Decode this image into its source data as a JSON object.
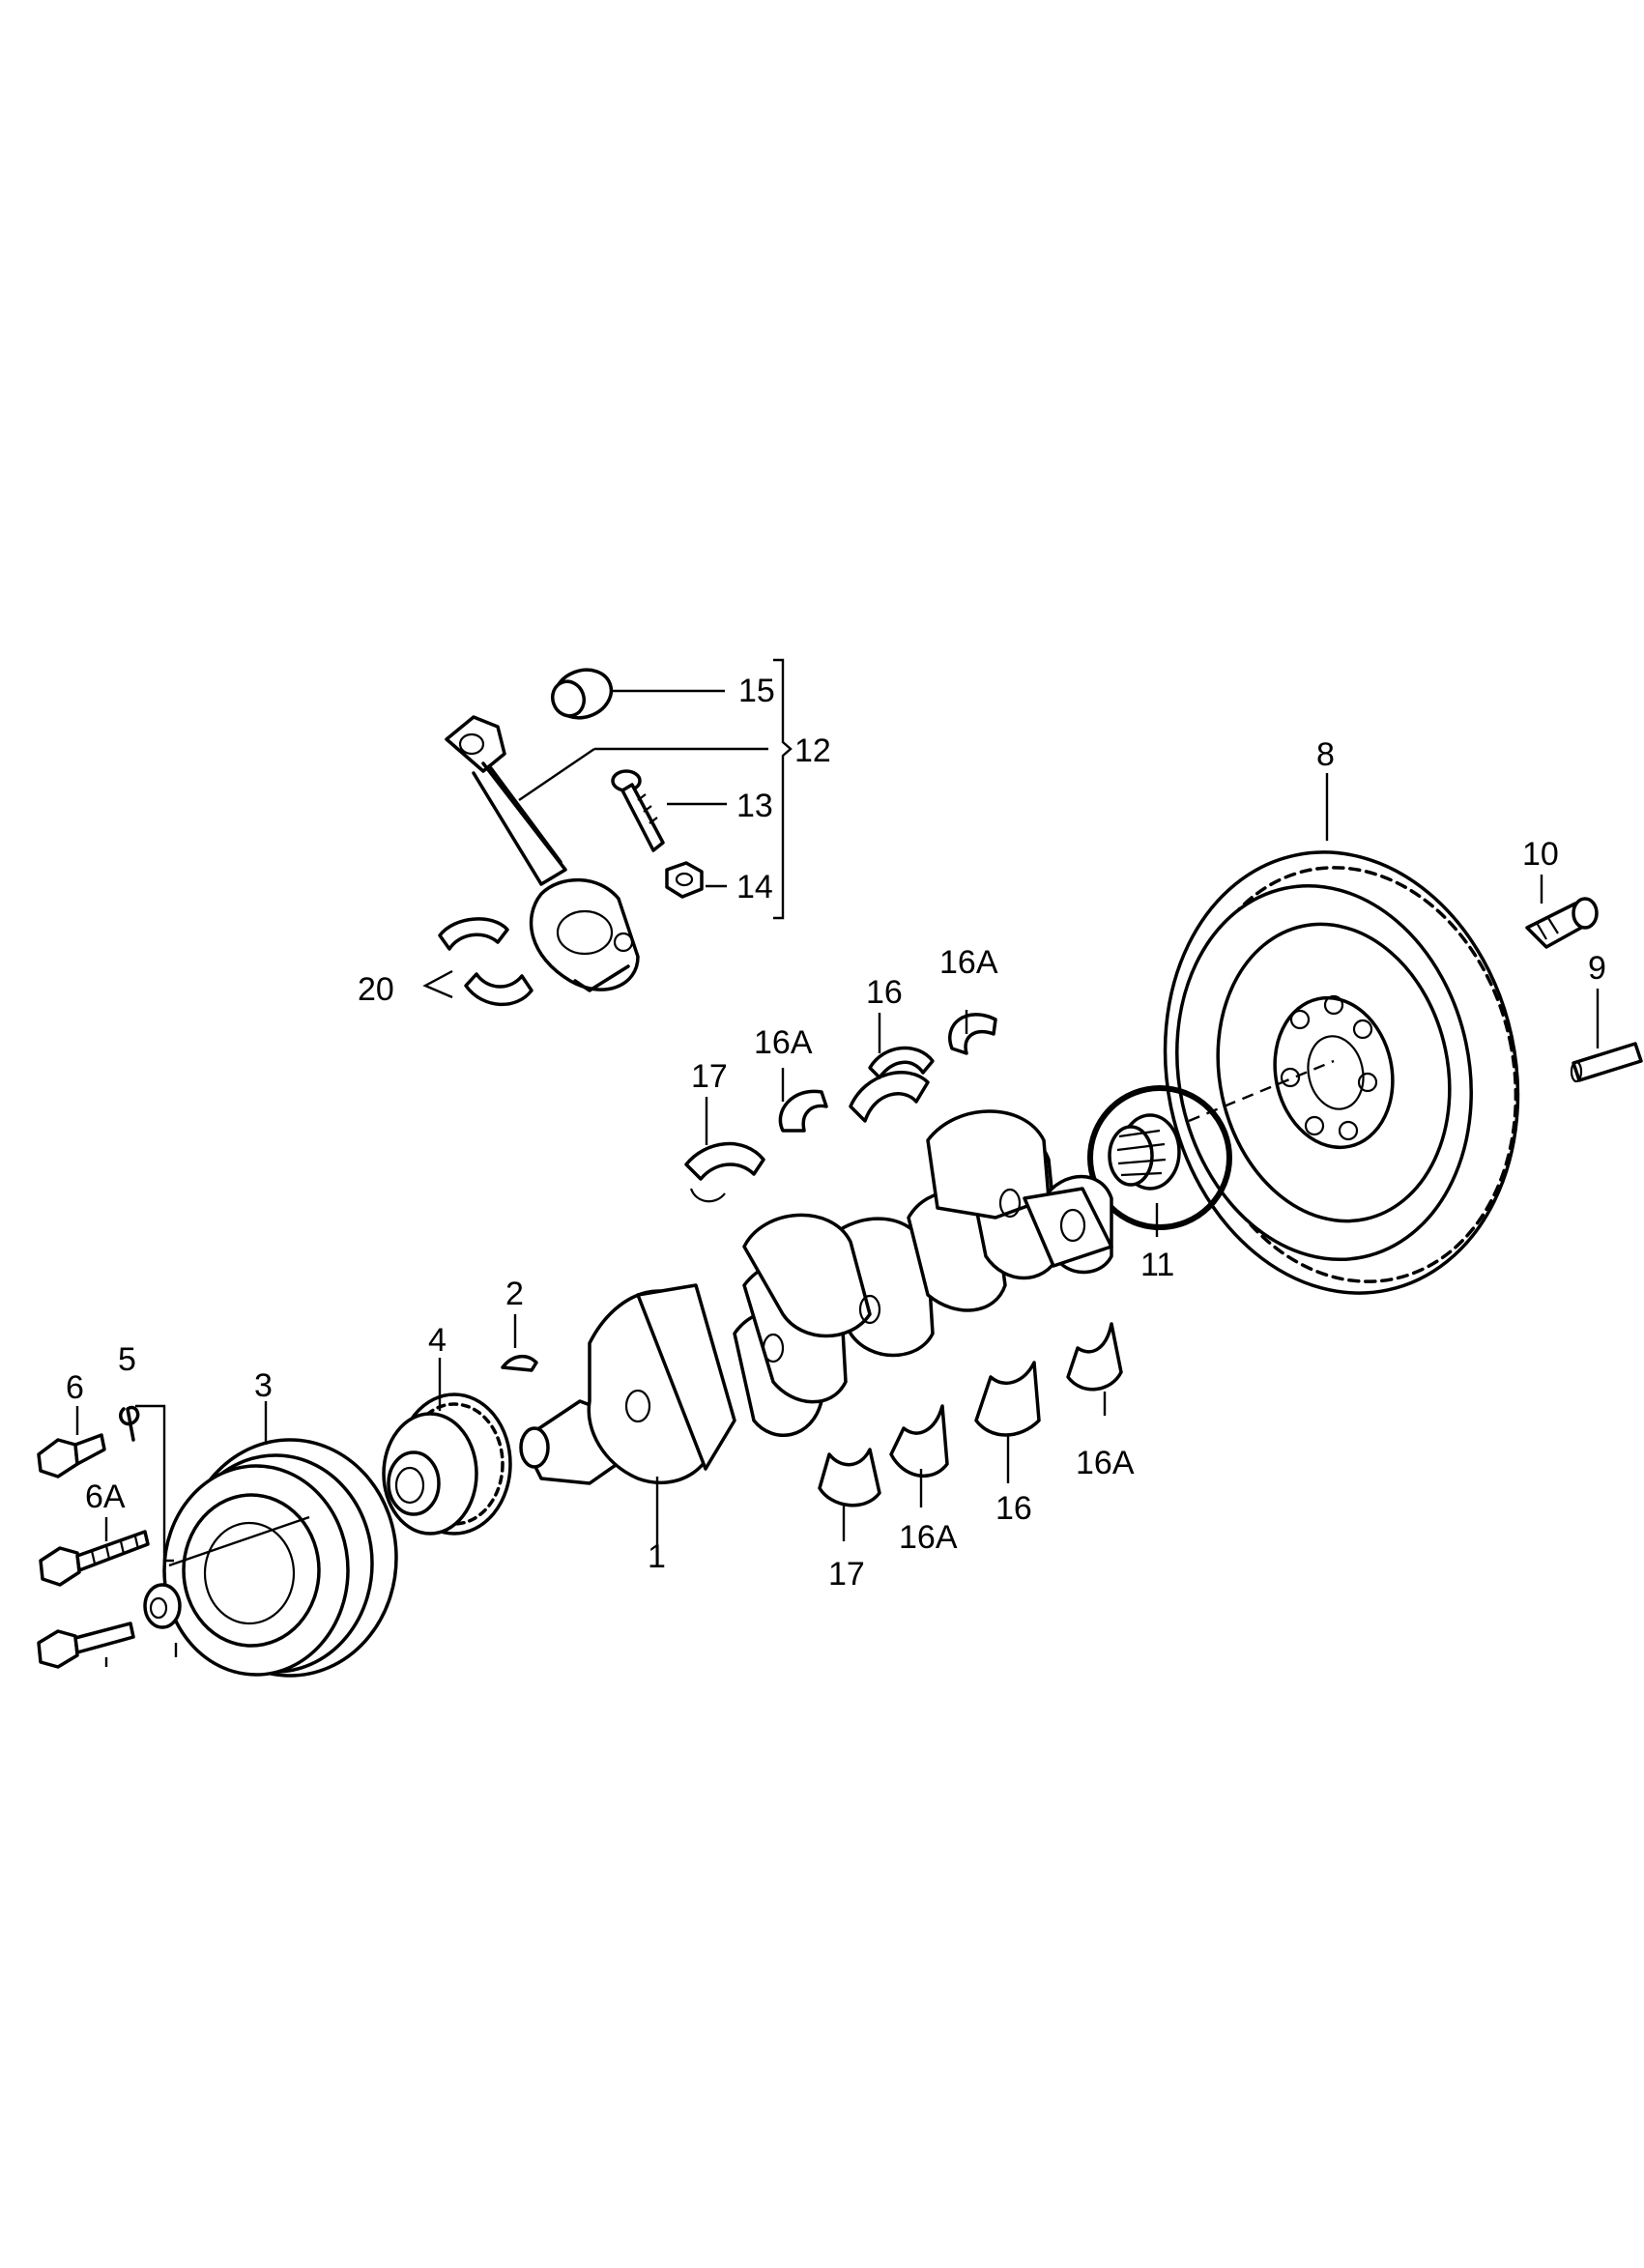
{
  "callouts": {
    "c1": "1",
    "c2": "2",
    "c3": "3",
    "c4": "4",
    "c5": "5",
    "c6": "6",
    "c6a": "6A",
    "c8": "8",
    "c9": "9",
    "c10": "10",
    "c11": "11",
    "c12": "12",
    "c13": "13",
    "c14": "14",
    "c15": "15",
    "c16_top": "16",
    "c16a_top_left": "16A",
    "c16a_top_right": "16A",
    "c17_top": "17",
    "c16_bottom": "16",
    "c16a_bottom_left": "16A",
    "c16a_bottom_right": "16A",
    "c17_bottom": "17",
    "c20": "20"
  },
  "highlighted_part": "11",
  "colors": {
    "line": "#000000",
    "background": "#ffffff"
  },
  "icons": [
    "crankshaft",
    "connecting-rod",
    "flywheel",
    "needle-bearing",
    "pulley",
    "sprocket",
    "bearing-shell",
    "thrust-washer",
    "bolt",
    "nut",
    "woodruff-key",
    "dowel-pin"
  ]
}
